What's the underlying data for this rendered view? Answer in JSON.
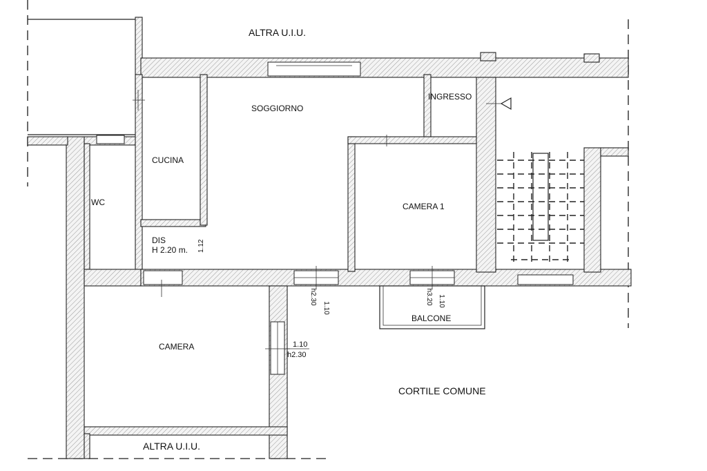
{
  "labels": {
    "altra_top": "ALTRA U.I.U.",
    "altra_bottom": "ALTRA U.I.U.",
    "soggiorno": "SOGGIORNO",
    "ingresso": "INGRESSO",
    "cucina": "CUCINA",
    "wc": "WC",
    "dis": "DIS",
    "dis_height": "H 2.20 m.",
    "dis_dim": "1.12",
    "camera1": "CAMERA 1",
    "camera": "CAMERA",
    "balcone": "BALCONE",
    "cortile": "CORTILE COMUNE"
  },
  "openings": {
    "soggiorno_window_w": "1.10",
    "soggiorno_window_h": "h2.30",
    "camera1_window_w": "1.10",
    "camera1_window_h": "h3.20",
    "camera_window_w": "1.10",
    "camera_window_h": "h2.30"
  }
}
